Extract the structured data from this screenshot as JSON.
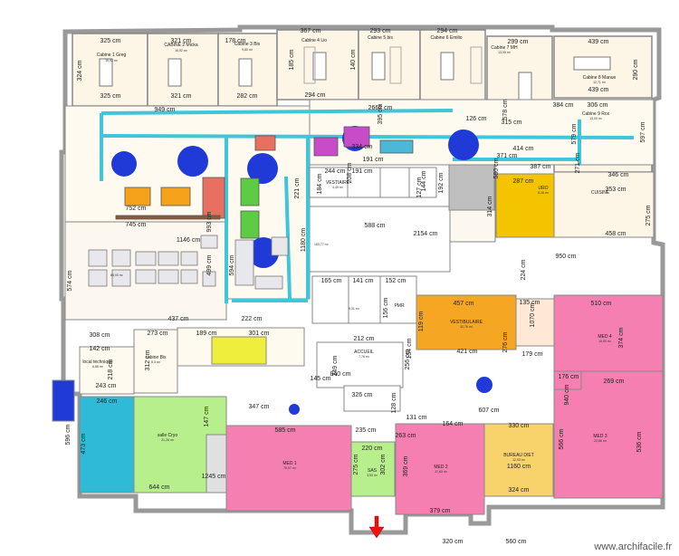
{
  "plan": {
    "rooms": {
      "cab1": {
        "name": "Cabine 1 Greg",
        "area": "19,92 m²"
      },
      "cab2": {
        "name": "CABINE 2 Micka",
        "area": "15,92 m²"
      },
      "cab3": {
        "name": "Cabine 3 Bis",
        "area": "9,80 m²"
      },
      "cab4": {
        "name": "Cabine 4 Lio"
      },
      "cab5": {
        "name": "Cabine 5 bis"
      },
      "cab6": {
        "name": "Cabine 6 Emilio"
      },
      "cab7": {
        "name": "Cabine 7 MH",
        "area": "13,05 m²"
      },
      "cab8": {
        "name": "Cabine 8 Manue",
        "area": "12,71 m²"
      },
      "cab9": {
        "name": "Cabine 9 Rox",
        "area": "13,00 m²"
      },
      "vestiaire": {
        "name": "VESTIAIRE",
        "area": "4,49 m²"
      },
      "uro": {
        "name": "URO",
        "area": "8,18 m²"
      },
      "cuisine": {
        "name": "CUISINE"
      },
      "vestibulaire": {
        "name": "VESTIBULAIRE",
        "area": "32,76 m²"
      },
      "accueil": {
        "name": "ACCUEIL",
        "area": "7,76 m²"
      },
      "cabine_bis": {
        "name": "cabine Bis",
        "area": "8,3 m²"
      },
      "local_technique": {
        "name": "local technique",
        "area": "6,86 m²"
      },
      "salle_cryo": {
        "name": "salle Cryo",
        "area": "21,26 m²"
      },
      "med1": {
        "name": "MED 1",
        "area": "76,97 m²"
      },
      "med2": {
        "name": "MED 2",
        "area": "17,63 m²"
      },
      "med3": {
        "name": "MED 3",
        "area": "22,86 m²"
      },
      "med4": {
        "name": "MED 4",
        "area": "19,93 m²"
      },
      "bureau_diet": {
        "name": "BUREAU DIET",
        "area": "12,93 m²"
      },
      "sas": {
        "name": "SAS",
        "area": "3,53 m²"
      },
      "pmr": {
        "name": "PMR"
      },
      "hall": {
        "area": "183,77 m²"
      },
      "gym": {
        "area": "86,93 m²"
      },
      "mid": {
        "area": "8,31 m²"
      }
    },
    "dims": [
      "325 cm",
      "321 cm",
      "178 cm",
      "367 cm",
      "293 cm",
      "294 cm",
      "299 cm",
      "439 cm",
      "324 cm",
      "325 cm",
      "321 cm",
      "282 cm",
      "294 cm",
      "439 cm",
      "949 cm",
      "2662 cm",
      "306 cm",
      "244 cm",
      "191 cm",
      "387 cm",
      "346 cm",
      "752 cm",
      "745 cm",
      "1146 cm",
      "588 cm",
      "950 cm",
      "437 cm",
      "222 cm",
      "308 cm",
      "273 cm",
      "457 cm",
      "510 cm",
      "421 cm",
      "326 cm",
      "246 cm",
      "347 cm",
      "607 cm",
      "330 cm",
      "269 cm",
      "235 cm",
      "220 cm",
      "379 cm",
      "324 cm",
      "1160 cm",
      "1245 cm",
      "644 cm",
      "131 cm",
      "585 cm",
      "596 cm",
      "574 cm",
      "499 cm",
      "993 cm",
      "1180 cm",
      "1070 cm",
      "940 cm",
      "566 cm",
      "224 cm",
      "314 cm",
      "287 cm",
      "458 cm",
      "353 cm",
      "275 cm",
      "594 cm",
      "165 cm",
      "141 cm",
      "152 cm",
      "184 cm",
      "192 cm",
      "179 cm",
      "135 cm",
      "142 cm",
      "243 cm",
      "212 cm",
      "218 cm",
      "312 cm",
      "256 cm",
      "249 cm",
      "275 cm",
      "302 cm",
      "369 cm",
      "473 cm",
      "536 cm",
      "374 cm",
      "276 cm",
      "290 cm",
      "271 cm",
      "580 cm",
      "164 cm",
      "263 cm",
      "128 cm",
      "176 cm",
      "147 cm",
      "189 cm",
      "154 cm",
      "119 cm",
      "156 cm",
      "145 cm",
      "185 cm",
      "140 cm",
      "334 cm",
      "371 cm",
      "414 cm",
      "578 cm",
      "579 cm",
      "597 cm",
      "384 cm",
      "315 cm",
      "126 cm",
      "144 cm",
      "127 cm",
      "208 cm",
      "221 cm",
      "191 cm",
      "301 cm",
      "395 cm",
      "2154 cm",
      "840 cm",
      "320 cm",
      "560 cm"
    ],
    "watermark": "www.archifacile.fr"
  }
}
